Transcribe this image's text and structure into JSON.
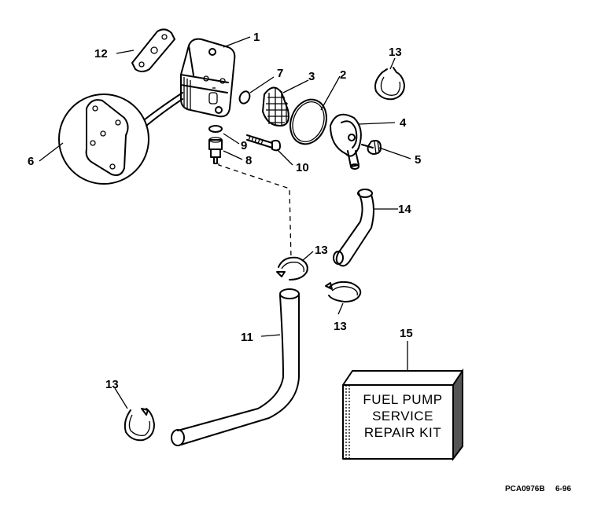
{
  "callouts": {
    "c1": "1",
    "c2": "2",
    "c3": "3",
    "c4": "4",
    "c5": "5",
    "c6": "6",
    "c7": "7",
    "c8": "8",
    "c9": "9",
    "c10": "10",
    "c11": "11",
    "c12": "12",
    "c13a": "13",
    "c13b": "13",
    "c13c": "13",
    "c13d": "13",
    "c14": "14",
    "c15": "15"
  },
  "kit": {
    "line1": "FUEL PUMP",
    "line2": "SERVICE",
    "line3": "REPAIR KIT"
  },
  "footer": {
    "part_code": "PCA0976B",
    "date_code": "6-96"
  }
}
